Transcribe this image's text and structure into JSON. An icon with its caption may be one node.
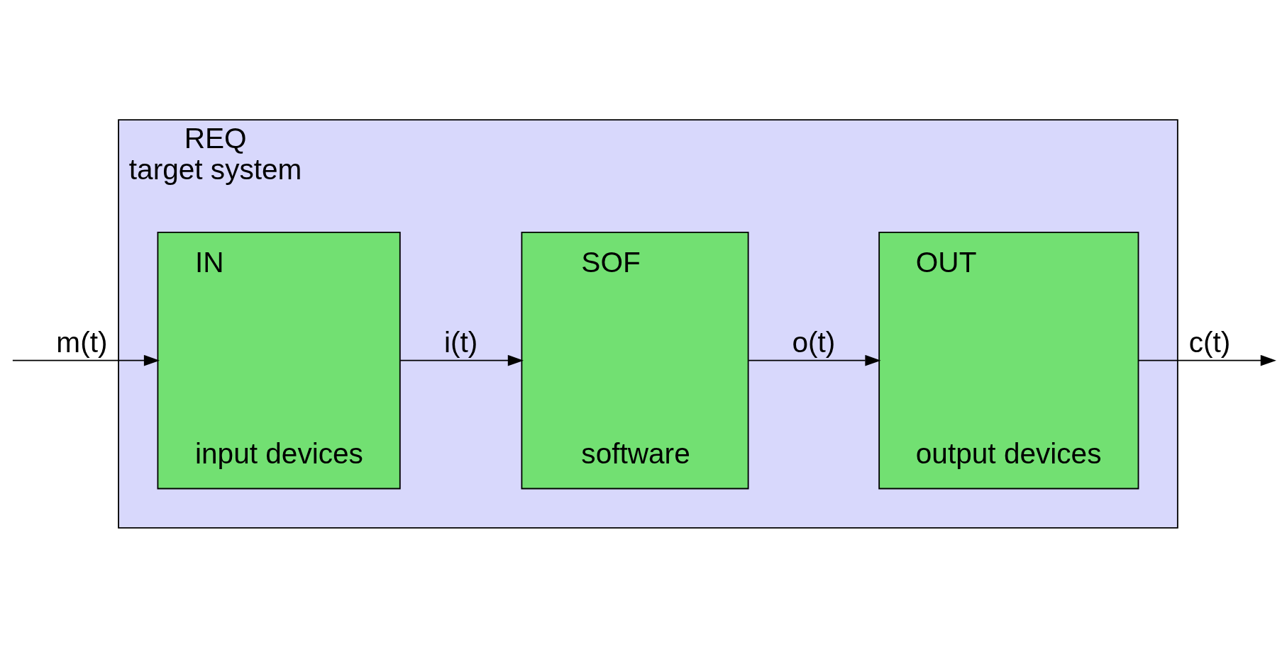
{
  "diagram": {
    "nodes": [
      {
        "text": [
          "REQ",
          "target system"
        ]
      },
      {
        "text": [
          "IN",
          "input devices"
        ],
        "in": 0
      },
      {
        "text": [
          "SOF",
          "software"
        ],
        "in": 0
      },
      {
        "text": [
          "OUT",
          "output devices"
        ],
        "in": 0
      }
    ],
    "edges": [
      {
        "from": null,
        "to": 1,
        "arrow": "to",
        "label": "m(t)"
      },
      {
        "from": 1,
        "to": 2,
        "arrow": "to",
        "label": "i(t)"
      },
      {
        "from": 2,
        "to": 3,
        "arrow": "to",
        "label": "o(t)"
      },
      {
        "from": 3,
        "to": null,
        "arrow": "to",
        "label": "c(t)"
      }
    ]
  }
}
